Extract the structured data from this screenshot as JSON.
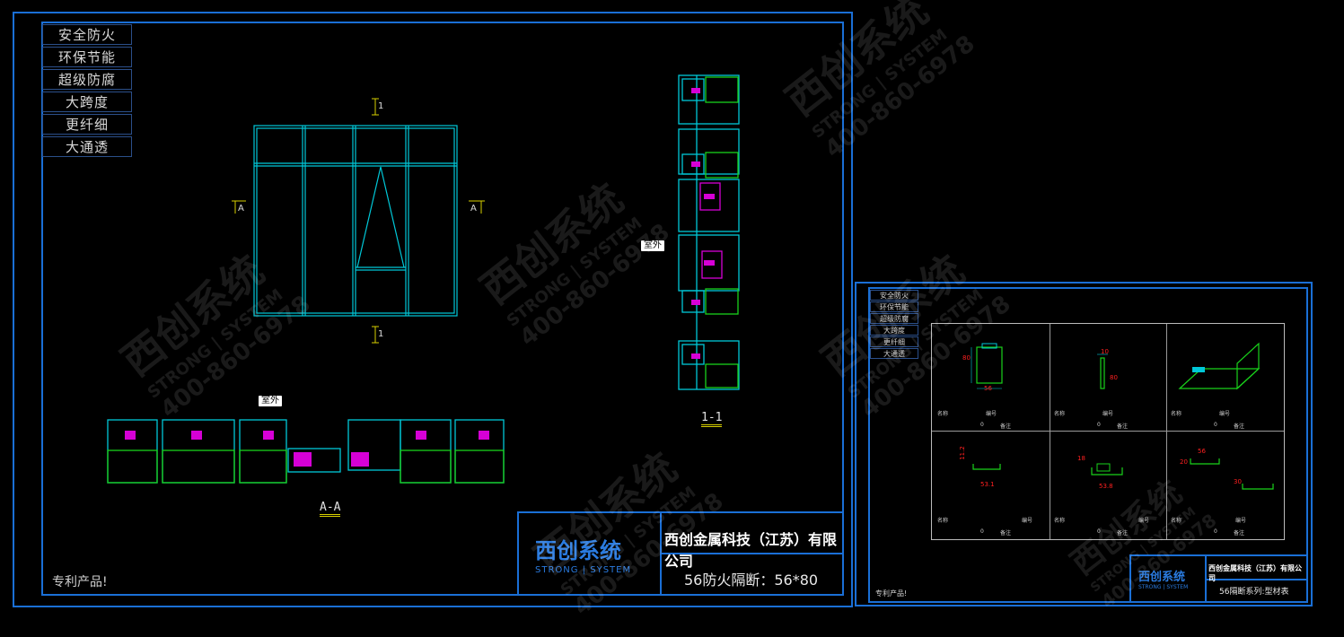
{
  "left_sheet": {
    "features": [
      "安全防火",
      "环保节能",
      "超级防腐",
      "大跨度",
      "更纤细",
      "大通透"
    ],
    "patent_note": "专利产品!",
    "section_markers": {
      "one_top": "1",
      "one_bottom": "1",
      "a_left": "A",
      "a_right": "A"
    },
    "outside_label_1": "室外",
    "outside_label_2": "室外",
    "section_aa": "A-A",
    "section_11": "1-1",
    "title_block": {
      "logo_cn": "西创系统",
      "logo_en": "STRONG | SYSTEM",
      "company": "西创金属科技（江苏）有限公司",
      "drawing_title": "56防火隔断：56*80"
    }
  },
  "right_sheet": {
    "features": [
      "安全防火",
      "环保节能",
      "超级防腐",
      "大跨度",
      "更纤细",
      "大通透"
    ],
    "patent_note": "专利产品!",
    "title_block": {
      "logo_cn": "西创系统",
      "logo_en": "STRONG | SYSTEM",
      "company": "西创金属科技（江苏）有限公司",
      "drawing_title": "56隔断系列:型材表"
    },
    "profile_cards": [
      {
        "dims": [
          "80",
          "56"
        ],
        "row_labels": [
          "名称",
          "编号",
          "备注"
        ],
        "zero": "0"
      },
      {
        "dims": [
          "10",
          "80"
        ],
        "row_labels": [
          "名称",
          "编号",
          "备注"
        ],
        "zero": "0"
      },
      {
        "dims": [],
        "row_labels": [
          "名称",
          "编号",
          "备注"
        ],
        "zero": "0"
      },
      {
        "dims": [
          "11.2",
          "53.1"
        ],
        "row_labels": [
          "名称",
          "编号",
          "备注"
        ],
        "zero": "0"
      },
      {
        "dims": [
          "18",
          "53.8"
        ],
        "row_labels": [
          "名称",
          "编号",
          "备注"
        ],
        "zero": "0"
      },
      {
        "dims": [
          "56",
          "20",
          "30"
        ],
        "row_labels": [
          "名称",
          "编号",
          "备注"
        ],
        "zero": "0"
      }
    ]
  },
  "watermark": {
    "cn": "西创系统",
    "en": "STRONG | SYSTEM",
    "phone": "400-860-6978"
  },
  "colors": {
    "frame": "#1a6fd6",
    "cyan": "#00c8d8",
    "green": "#19d21b",
    "magenta": "#d600d6",
    "yellow": "#d8d000",
    "red": "#ff2020"
  }
}
